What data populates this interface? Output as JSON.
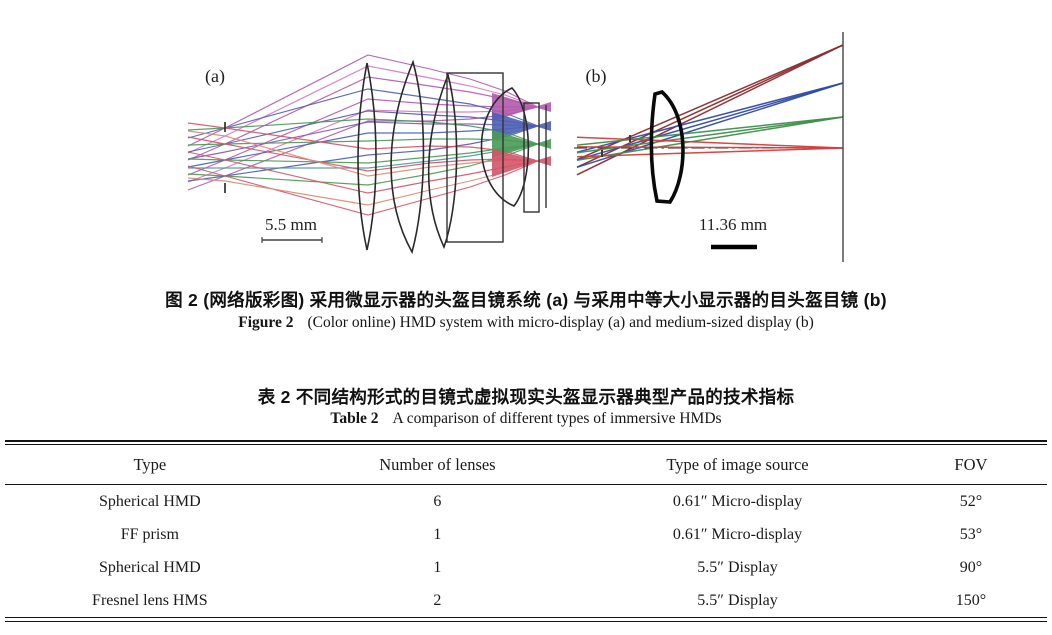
{
  "figure": {
    "panels": [
      {
        "label": "(a)",
        "scale_text": "5.5 mm"
      },
      {
        "label": "(b)",
        "scale_text": "11.36 mm"
      }
    ],
    "caption_zh": "图 2  (网络版彩图) 采用微显示器的头盔目镜系统 (a) 与采用中等大小显示器的目头盔目镜 (b)",
    "caption_en_label": "Figure 2",
    "caption_en_text": "(Color online) HMD system with micro-display (a) and medium-sized display (b)"
  },
  "table": {
    "caption_zh": "表 2  不同结构形式的目镜式虚拟现实头盔显示器典型产品的技术指标",
    "caption_en_label": "Table 2",
    "caption_en_text": "A comparison of different types of immersive HMDs",
    "headers": [
      "Type",
      "Number of lenses",
      "Type of image source",
      "FOV"
    ],
    "rows": [
      [
        "Spherical HMD",
        "6",
        "0.61″ Micro-display",
        "52°"
      ],
      [
        "FF prism",
        "1",
        "0.61″ Micro-display",
        "53°"
      ],
      [
        "Spherical HMD",
        "1",
        "5.5″ Display",
        "90°"
      ],
      [
        "Fresnel lens HMS",
        "2",
        "5.5″ Display",
        "150°"
      ]
    ]
  },
  "colors": {
    "ray_magenta": "#b25aac",
    "ray_pink": "#d778c0",
    "ray_violet": "#7c5db8",
    "ray_blue": "#4c5fb2",
    "ray_teal": "#4e9a9a",
    "ray_green": "#4a9a55",
    "ray_red": "#d4556a",
    "ray_salmon": "#d98c72",
    "b_maroon": "#8c2a2e",
    "b_blue": "#2f4ba5",
    "b_green": "#3d8f4a",
    "b_red": "#d63c3c"
  }
}
